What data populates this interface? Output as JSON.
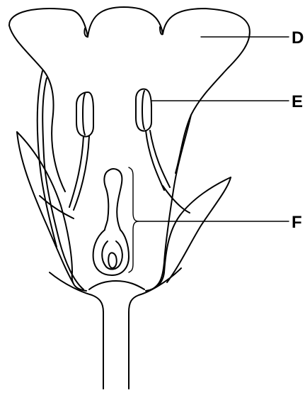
{
  "diagram": {
    "labels": [
      {
        "id": "D",
        "text": "D"
      },
      {
        "id": "E",
        "text": "E"
      },
      {
        "id": "F",
        "text": "F"
      }
    ]
  }
}
